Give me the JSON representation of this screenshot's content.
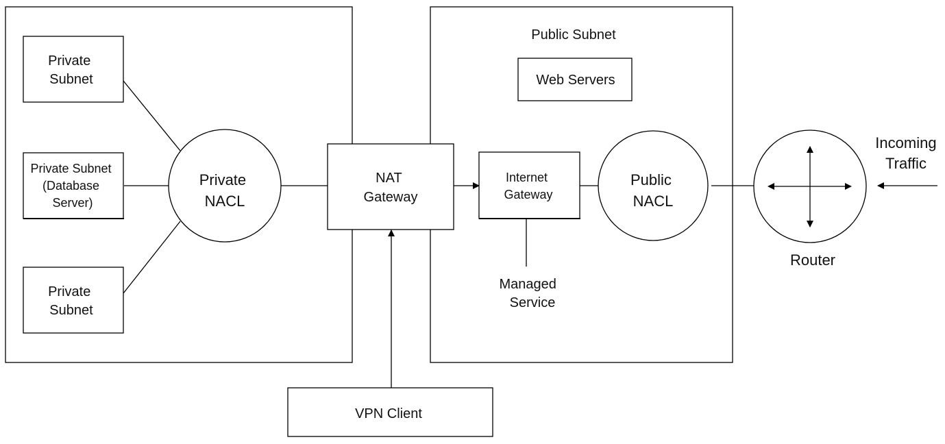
{
  "diagram": {
    "left_container": {},
    "public_subnet": {
      "title": "Public Subnet"
    },
    "nodes": {
      "private_subnet_top": {
        "lines": [
          "Private",
          "Subnet"
        ]
      },
      "private_subnet_db": {
        "lines": [
          "Private Subnet",
          "(Database",
          "Server)"
        ]
      },
      "private_subnet_bottom": {
        "lines": [
          "Private",
          "Subnet"
        ]
      },
      "private_nacl": {
        "lines": [
          "Private",
          "NACL"
        ]
      },
      "nat_gateway": {
        "lines": [
          "NAT",
          "Gateway"
        ]
      },
      "internet_gateway": {
        "lines": [
          "Internet",
          "Gateway"
        ]
      },
      "web_servers": {
        "lines": [
          "Web Servers"
        ]
      },
      "public_nacl": {
        "lines": [
          "Public",
          "NACL"
        ]
      },
      "router": {
        "label": "Router"
      },
      "vpn_client": {
        "lines": [
          "VPN Client"
        ]
      }
    },
    "labels": {
      "managed_service": [
        "Managed",
        "Service"
      ],
      "incoming_traffic": [
        "Incoming",
        "Traffic"
      ]
    },
    "edges": [
      {
        "from": "private_subnet_top",
        "to": "private_nacl",
        "arrow": false
      },
      {
        "from": "private_subnet_db",
        "to": "private_nacl",
        "arrow": false
      },
      {
        "from": "private_subnet_bottom",
        "to": "private_nacl",
        "arrow": false
      },
      {
        "from": "private_nacl",
        "to": "nat_gateway",
        "arrow": false
      },
      {
        "from": "nat_gateway",
        "to": "internet_gateway",
        "arrow": true
      },
      {
        "from": "internet_gateway",
        "to": "public_nacl",
        "arrow": false
      },
      {
        "from": "public_nacl",
        "to": "router",
        "arrow": false
      },
      {
        "from": "vpn_client",
        "to": "nat_gateway",
        "arrow": true
      },
      {
        "from": "internet_gateway",
        "to": "managed_service",
        "arrow": false
      },
      {
        "from": "incoming_traffic",
        "to": "router",
        "arrow": true
      }
    ]
  }
}
